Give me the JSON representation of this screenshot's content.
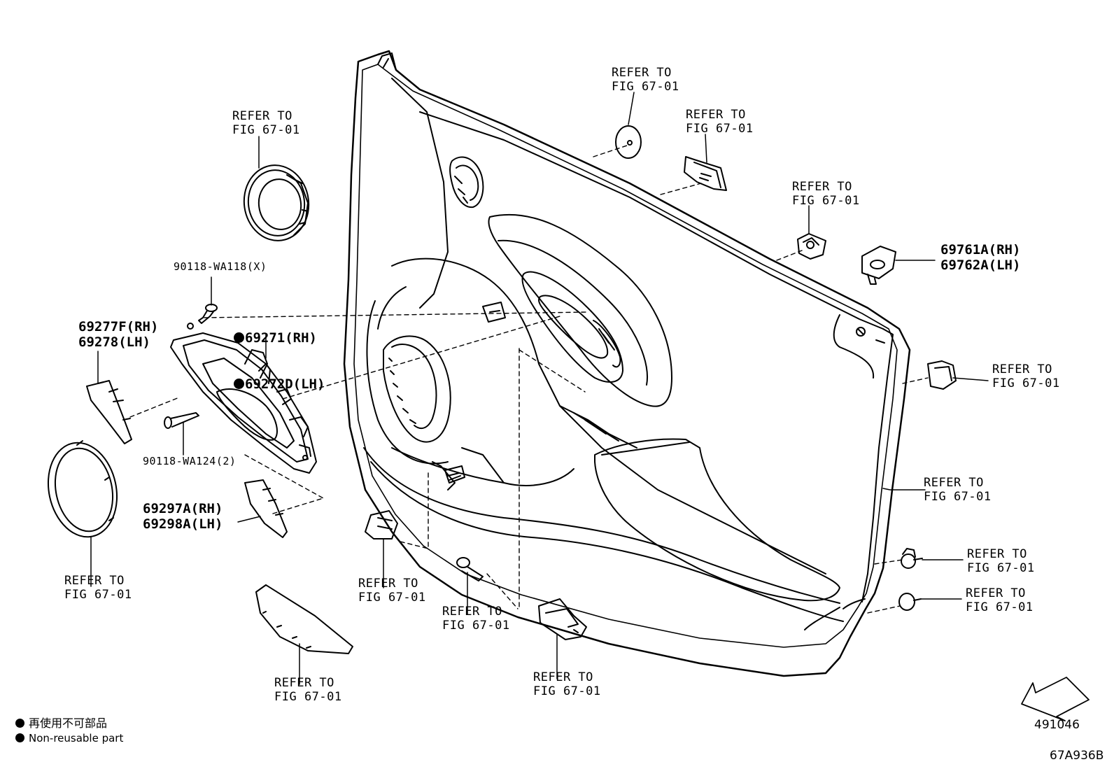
{
  "labels": {
    "refer_speaker": [
      "REFER TO",
      "FIG 67-01"
    ],
    "refer_top_clip": [
      "REFER TO",
      "FIG 67-01"
    ],
    "refer_top_bracket": [
      "REFER TO",
      "FIG 67-01"
    ],
    "refer_clip_mid": [
      "REFER TO",
      "FIG 67-01"
    ],
    "refer_right_clip": [
      "REFER TO",
      "FIG 67-01"
    ],
    "refer_right_weather": [
      "REFER TO",
      "FIG 67-01"
    ],
    "refer_right_fastener1": [
      "REFER TO",
      "FIG 67-01"
    ],
    "refer_right_fastener2": [
      "REFER TO",
      "FIG 67-01"
    ],
    "refer_ring": [
      "REFER TO",
      "FIG 67-01"
    ],
    "refer_switch_cover": [
      "REFER TO",
      "FIG 67-01"
    ],
    "refer_screw": [
      "REFER TO",
      "FIG 67-01"
    ],
    "refer_trim_strip": [
      "REFER TO",
      "FIG 67-01"
    ],
    "refer_bottom_pocket": [
      "REFER TO",
      "FIG 67-01"
    ]
  },
  "parts": {
    "screw_upper": "90118-WA118(X)",
    "handle_bezel": [
      "69271(RH)",
      "69272D(LH)"
    ],
    "cover_left": [
      "69277F(RH)",
      "69278(LH)"
    ],
    "screw_lower": "90118-WA124(2)",
    "cover_lower": [
      "69297A(RH)",
      "69298A(LH)"
    ],
    "cap_right": [
      "69761A(RH)",
      "69762A(LH)"
    ]
  },
  "legend": {
    "non_reusable_jp": "再使用不可部品",
    "non_reusable_en": "Non-reusable part"
  },
  "footer": {
    "diagram_number": "491046",
    "figure_code": "67A936B"
  },
  "icons": {
    "non_reusable_marker": "filled-circle-icon",
    "front_direction": "direction-arrow-icon"
  }
}
